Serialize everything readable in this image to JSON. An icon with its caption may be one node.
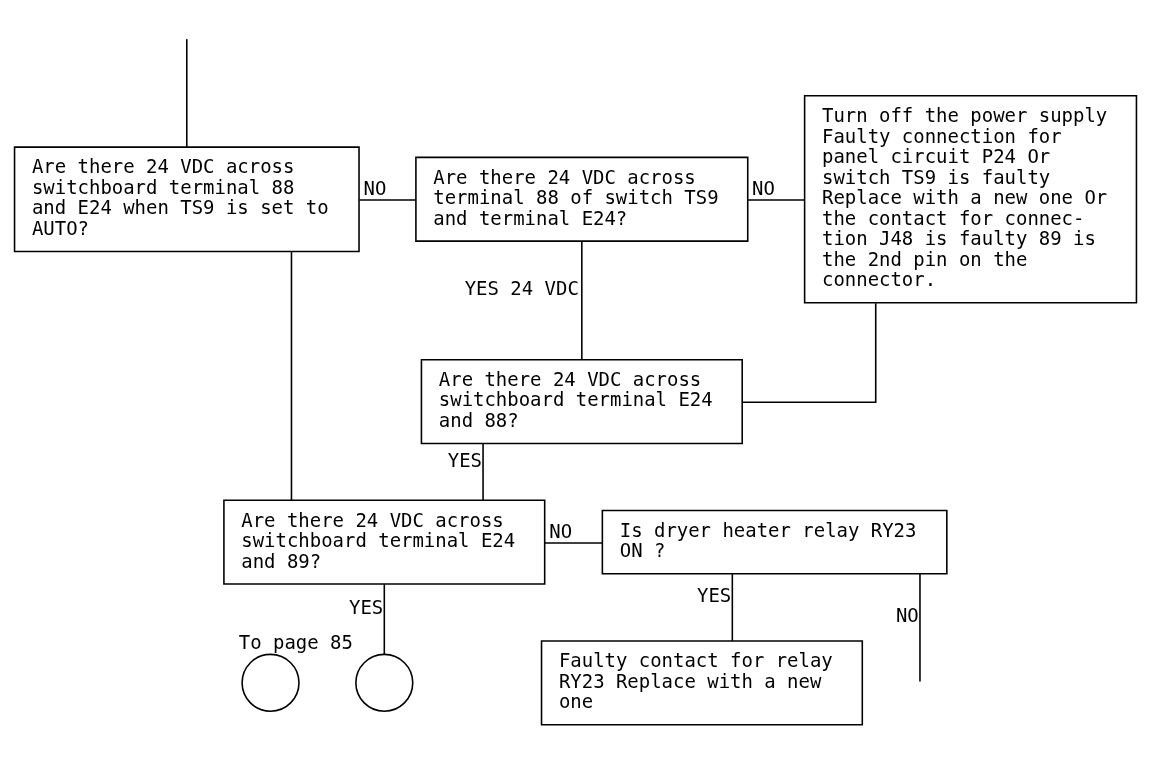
{
  "diagram": {
    "nodes": [
      {
        "text": [
          "Are there 24 VDC across switchboard terminal 88 and E24 when TS9 is set to AUTO?"
        ]
      },
      {
        "text": [
          "Are there 24 VDC across terminal 88 of switch TS9 and terminal E24?"
        ]
      },
      {
        "text": [
          "Turn off the power supply Faulty connection for panel circuit P24 Or switch TS9 is faulty Replace with a new one Or the contact for connec- tion J48 is faulty 89 is the 2nd pin on the connector."
        ]
      },
      {
        "text": [
          "Are there 24 VDC across switchboard terminal E24 and 88?"
        ]
      },
      {
        "text": [
          "Are there 24 VDC across switchboard terminal E24 and 89?"
        ]
      },
      {
        "text": [
          "Is dryer heater relay RY23 ON ?"
        ]
      },
      {
        "text": [
          "Faulty contact for relay RY23 Replace with a new one"
        ]
      },
      {
        "text": [],
        "shape": "circle",
        "beside": [
          "To page 85"
        ]
      },
      {
        "text": [],
        "shape": "circle"
      }
    ],
    "edges": [
      {
        "from": null,
        "to": 0,
        "arrow": "none"
      },
      {
        "from": 0,
        "to": 1,
        "arrow": "none",
        "label": "NO"
      },
      {
        "from": 1,
        "to": 2,
        "arrow": "none",
        "label": "NO"
      },
      {
        "from": 1,
        "to": 3,
        "arrow": "none",
        "label": "YES 24 VDC"
      },
      {
        "from": 3,
        "to": 2,
        "arrow": "none"
      },
      {
        "from": 0,
        "to": 4,
        "arrow": "none"
      },
      {
        "from": 3,
        "to": 4,
        "arrow": "none",
        "label": "YES"
      },
      {
        "from": 4,
        "to": 5,
        "arrow": "none",
        "label": "NO"
      },
      {
        "from": 5,
        "to": 6,
        "arrow": "none",
        "label": "YES"
      },
      {
        "from": 5,
        "to": null,
        "arrow": "none",
        "label": "NO"
      },
      {
        "from": 4,
        "to": 7,
        "arrow": "none",
        "label": "YES"
      }
    ]
  }
}
